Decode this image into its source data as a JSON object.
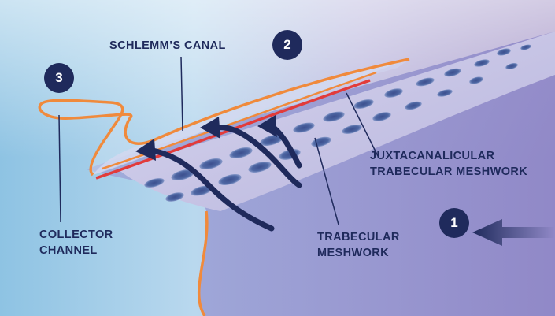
{
  "labels": {
    "schlemms_canal": "SCHLEMM’S CANAL",
    "juxta_line1": "JUXTACANALICULAR",
    "juxta_line2": "TRABECULAR MESHWORK",
    "trabecular_line1": "TRABECULAR",
    "trabecular_line2": "MESHWORK",
    "collector_line1": "COLLECTOR",
    "collector_line2": "CHANNEL"
  },
  "badges": {
    "one": "1",
    "two": "2",
    "three": "3"
  },
  "colors": {
    "navy": "#1f2a5c",
    "outline_orange": "#f08a3c",
    "canal_red": "#e23b3b",
    "bg_left": "#8ec3e3",
    "bg_right": "#9d8cc2"
  }
}
